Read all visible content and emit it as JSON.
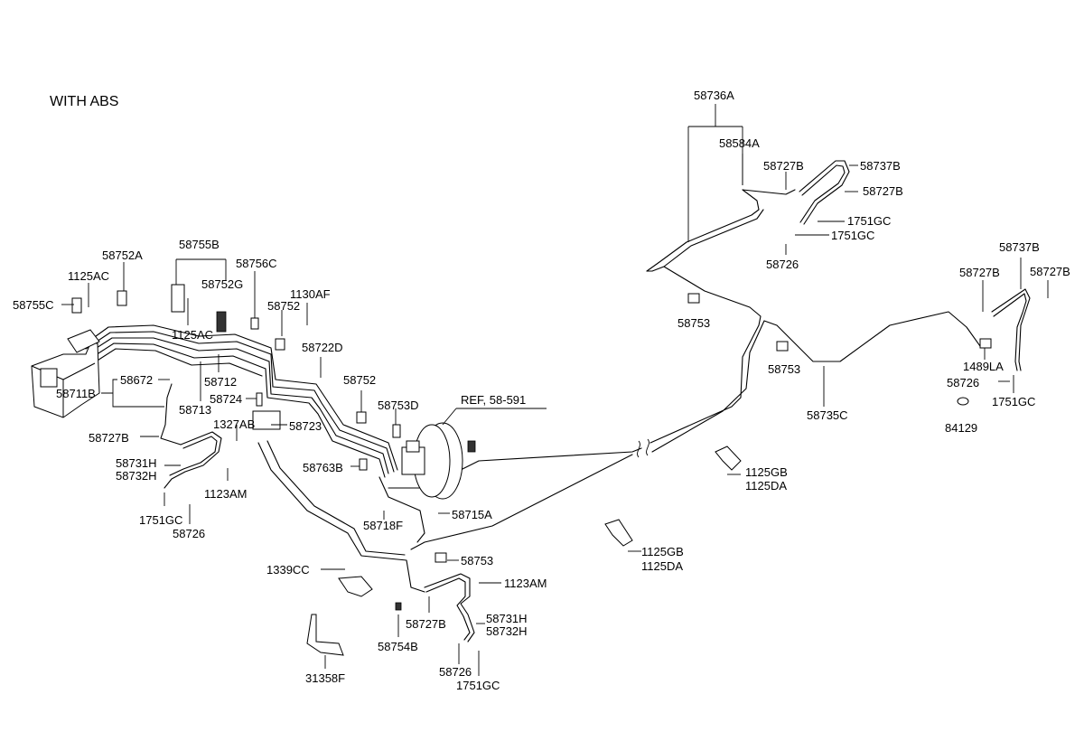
{
  "diagram": {
    "heading": "WITH ABS",
    "labels": {
      "l_58736A": "58736A",
      "l_58584A": "58584A",
      "l_58727B_a": "58727B",
      "l_58737B_a": "58737B",
      "l_58727B_b": "58727B",
      "l_1751GC_a": "1751GC",
      "l_1751GC_b": "1751GC",
      "l_58726_a": "58726",
      "l_58753_a": "58753",
      "l_58737B_b": "58737B",
      "l_58727B_c": "58727B",
      "l_58727B_d": "58727B",
      "l_1489LA": "1489LA",
      "l_58726_b": "58726",
      "l_1751GC_c": "1751GC",
      "l_84129": "84129",
      "l_58753_b": "58753",
      "l_58735C": "58735C",
      "l_1125GB_a": "1125GB",
      "l_1125DA_a": "1125DA",
      "l_1125GB_b": "1125GB",
      "l_1125DA_b": "1125DA",
      "l_58752A": "58752A",
      "l_58755B": "58755B",
      "l_1125AC_a": "1125AC",
      "l_58755C": "58755C",
      "l_58752G": "58752G",
      "l_58756C": "58756C",
      "l_1130AF": "1130AF",
      "l_58752_a": "58752",
      "l_1125AC_b": "1125AC",
      "l_58722D": "58722D",
      "l_58672": "58672",
      "l_58711B": "58711B",
      "l_58712": "58712",
      "l_58713": "58713",
      "l_58724": "58724",
      "l_58752_b": "58752",
      "l_1327AB": "1327AB",
      "l_58723": "58723",
      "l_58753D": "58753D",
      "l_ref": "REF, 58-591",
      "l_58727B_e": "58727B",
      "l_58731H_a": "58731H",
      "l_58732H_a": "58732H",
      "l_1123AM_a": "1123AM",
      "l_1751GC_d": "1751GC",
      "l_58726_c": "58726",
      "l_58763B": "58763B",
      "l_58718F": "58718F",
      "l_58715A": "58715A",
      "l_58753_c": "58753",
      "l_1339CC": "1339CC",
      "l_1123AM_b": "1123AM",
      "l_58727B_f": "58727B",
      "l_58731H_b": "58731H",
      "l_58732H_b": "58732H",
      "l_58754B": "58754B",
      "l_58726_d": "58726",
      "l_1751GC_e": "1751GC",
      "l_31358F": "31358F"
    }
  }
}
